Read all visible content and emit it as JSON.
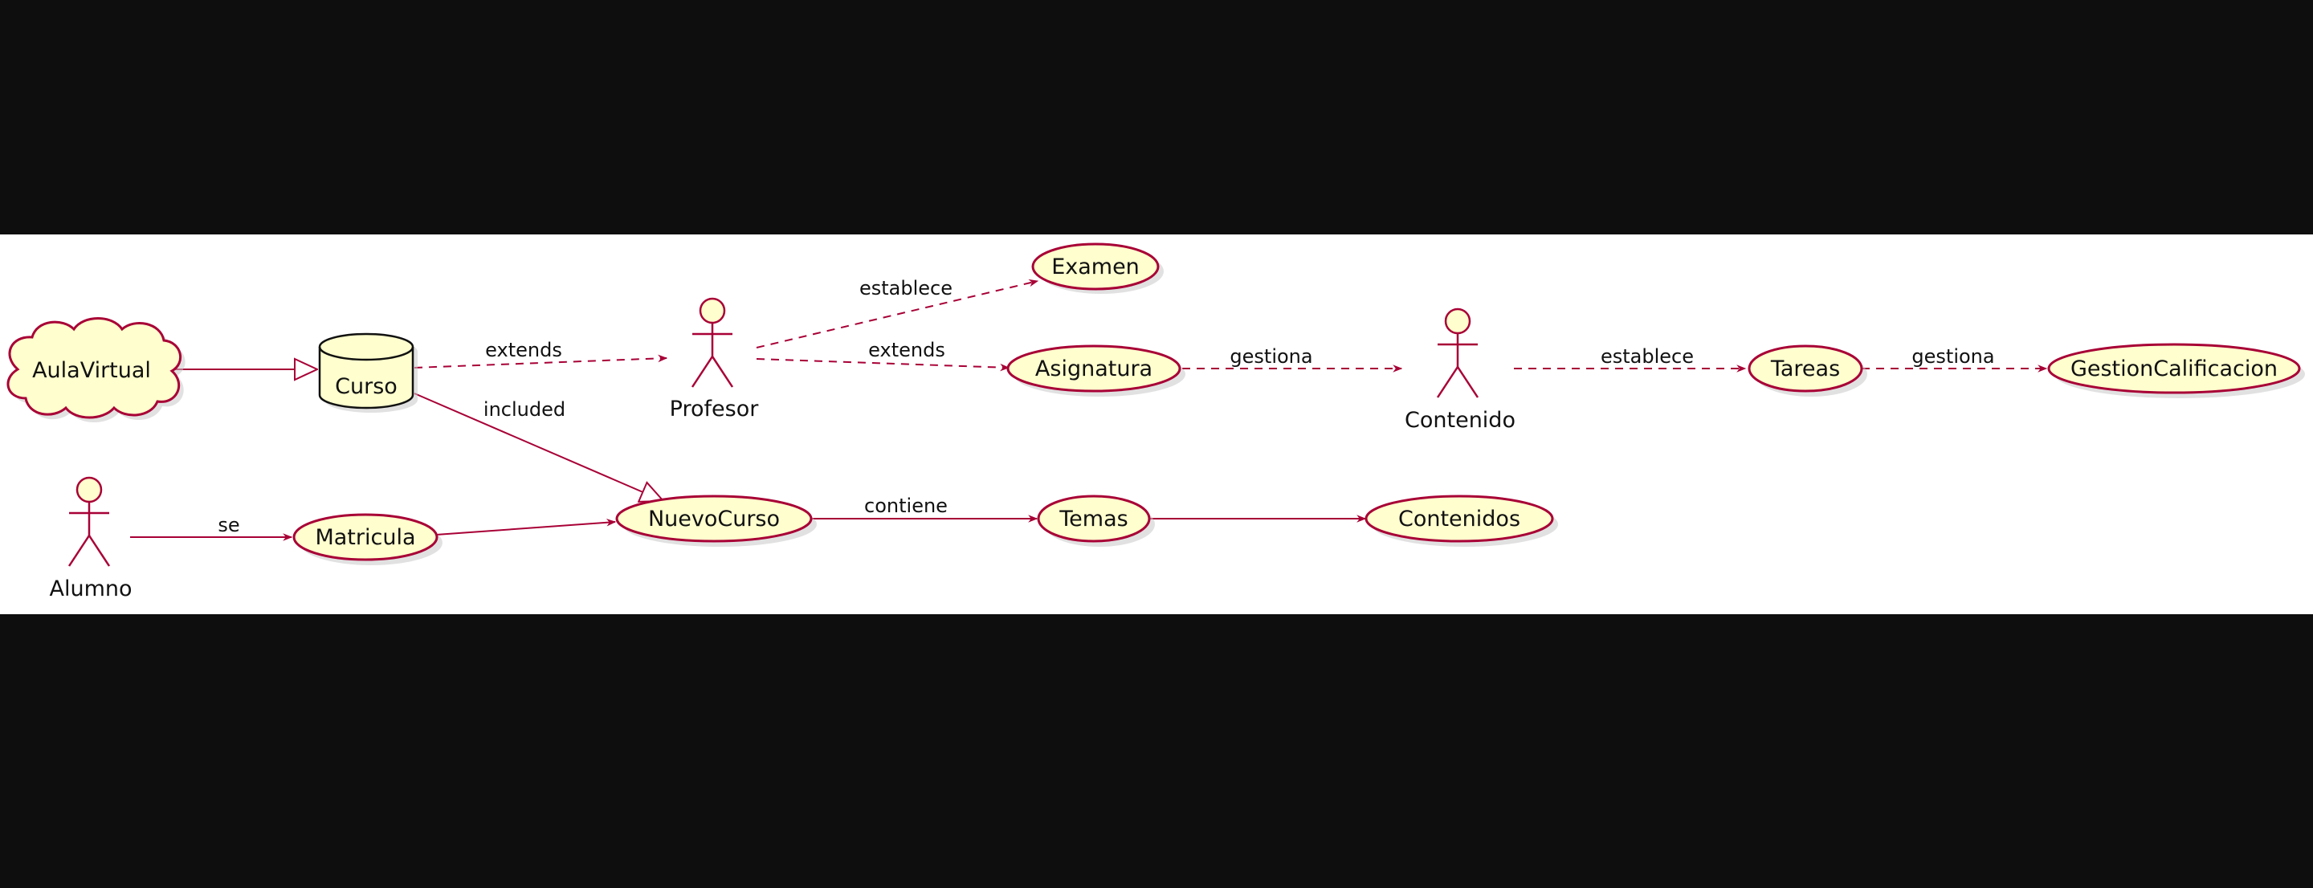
{
  "colors": {
    "background": "#0e0e0e",
    "panel": "#ffffff",
    "node_fill": "#fefece",
    "node_border": "#a80036",
    "edge": "#a80036",
    "text": "#111111"
  },
  "nodes": {
    "aulavirtual": "AulaVirtual",
    "curso": "Curso",
    "examen": "Examen",
    "asignatura": "Asignatura",
    "tareas": "Tareas",
    "gestion": "GestionCalificacion",
    "matricula": "Matricula",
    "nuevocurso": "NuevoCurso",
    "temas": "Temas",
    "contenidos": "Contenidos"
  },
  "actors": {
    "profesor": "Profesor",
    "contenido": "Contenido",
    "alumno": "Alumno"
  },
  "edges": {
    "extends_curso_profesor": "extends",
    "included": "included",
    "establece_examen": "establece",
    "extends_asignatura": "extends",
    "gestiona_contenido": "gestiona",
    "establece_tareas": "establece",
    "gestiona_calificacion": "gestiona",
    "se": "se",
    "contiene": "contiene"
  }
}
